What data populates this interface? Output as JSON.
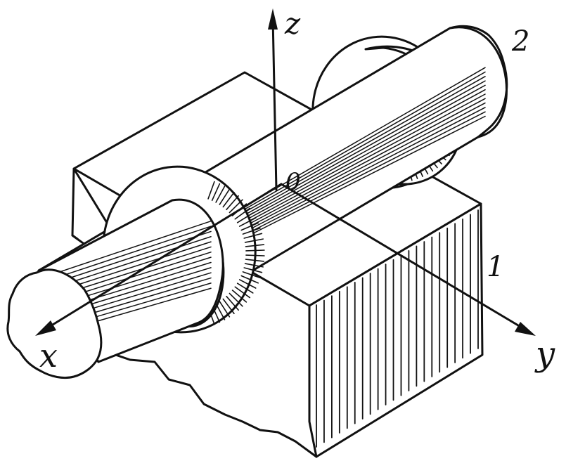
{
  "labels": {
    "axis_z": "z",
    "axis_x": "x",
    "axis_y": "y",
    "origin": "0",
    "part_1": "1",
    "part_2": "2"
  },
  "colors": {
    "ink": "#111111",
    "paper": "#ffffff"
  }
}
